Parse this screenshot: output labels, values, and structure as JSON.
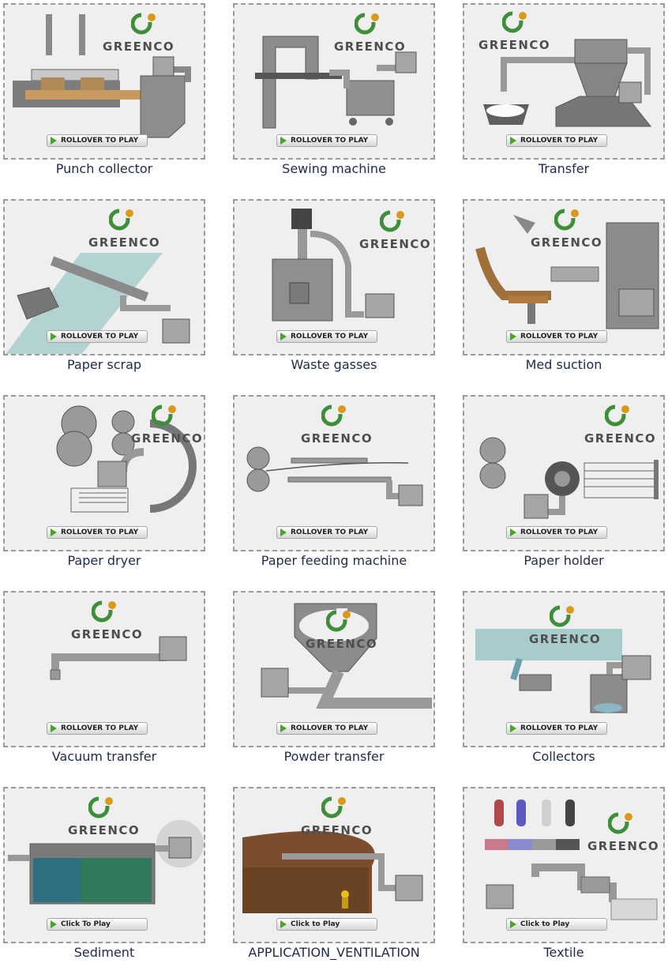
{
  "brand": {
    "logo_text": "GREENCO",
    "accent": "#3f8f3a",
    "dot": "#d99a1a"
  },
  "items": [
    {
      "caption": "Punch collector",
      "button": "ROLLOVER TO PLAY"
    },
    {
      "caption": "Sewing machine",
      "button": "ROLLOVER TO PLAY"
    },
    {
      "caption": "Transfer",
      "button": "ROLLOVER TO PLAY"
    },
    {
      "caption": "Paper scrap",
      "button": "ROLLOVER TO PLAY"
    },
    {
      "caption": "Waste gasses",
      "button": "ROLLOVER TO PLAY"
    },
    {
      "caption": "Med suction",
      "button": "ROLLOVER TO PLAY"
    },
    {
      "caption": "Paper dryer",
      "button": "ROLLOVER TO PLAY"
    },
    {
      "caption": "Paper feeding machine",
      "button": "ROLLOVER TO PLAY"
    },
    {
      "caption": "Paper holder",
      "button": "ROLLOVER TO PLAY"
    },
    {
      "caption": "Vacuum transfer",
      "button": "ROLLOVER TO PLAY"
    },
    {
      "caption": "Powder transfer",
      "button": "ROLLOVER TO PLAY"
    },
    {
      "caption": "Collectors",
      "button": "ROLLOVER TO PLAY"
    },
    {
      "caption": "Sediment",
      "button": "Click To Play"
    },
    {
      "caption": "APPLICATION_VENTILATION",
      "button": "Click to Play"
    },
    {
      "caption": "Textile",
      "button": "Click to Play"
    }
  ]
}
